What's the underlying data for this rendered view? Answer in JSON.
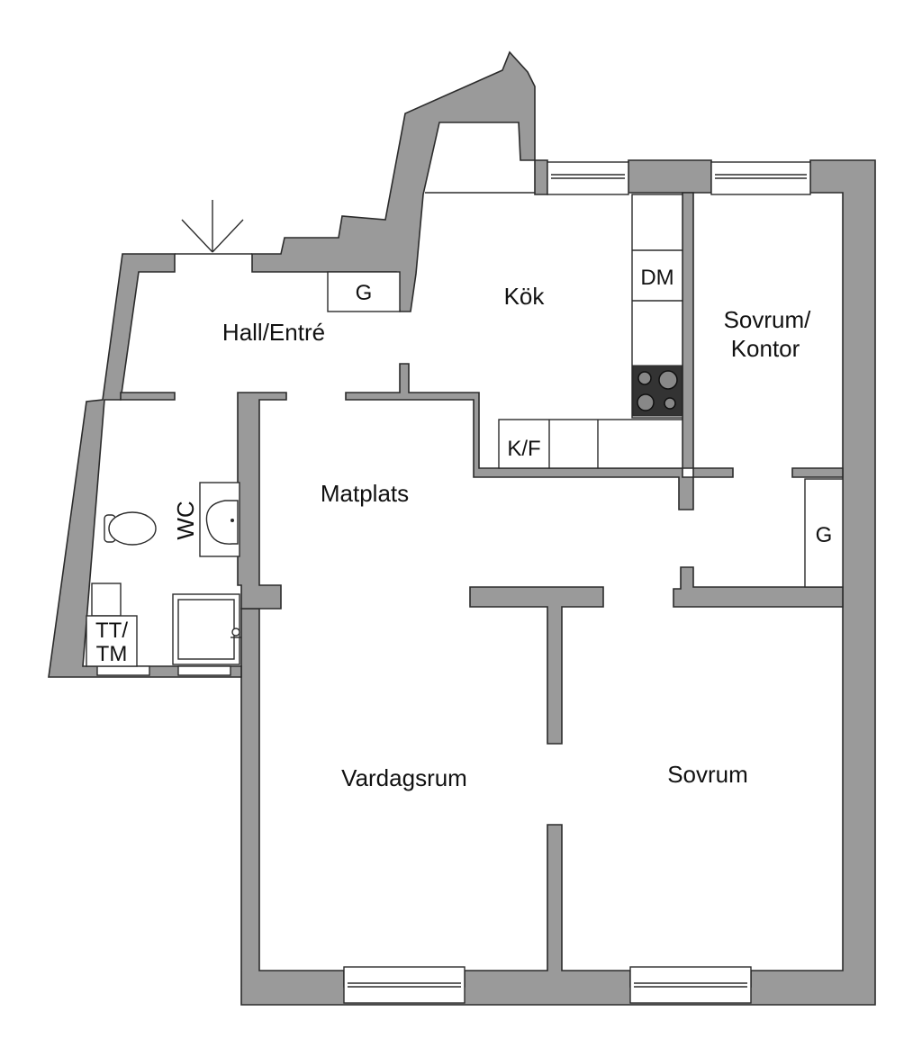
{
  "rooms": {
    "hall": "Hall/Entré",
    "kitchen": "Kök",
    "bedroom_office_line1": "Sovrum/",
    "bedroom_office_line2": "Kontor",
    "dining": "Matplats",
    "living": "Vardagsrum",
    "bedroom": "Sovrum",
    "wc": "WC"
  },
  "fixtures": {
    "wardrobe_hall": "G",
    "wardrobe_bedroom": "G",
    "dishwasher": "DM",
    "fridge_freezer": "K/F",
    "washer_line1": "TT/",
    "washer_line2": "TM"
  },
  "colors": {
    "wall": "#9a9a9a",
    "stroke": "#2b2b2b",
    "stove": "#333333"
  }
}
